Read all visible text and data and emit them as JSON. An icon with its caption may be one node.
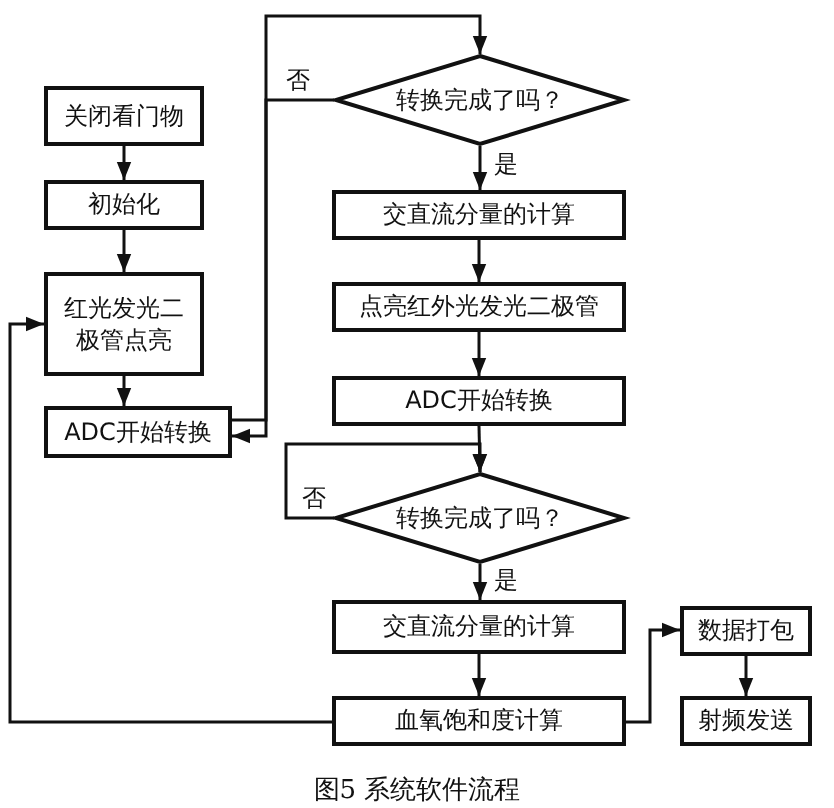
{
  "diagram": {
    "caption": "图5 系统软件流程",
    "nodes": [
      {
        "text": [
          "关闭看门物"
        ]
      },
      {
        "text": [
          "初始化"
        ]
      },
      {
        "text": [
          "红光发光二极管点亮"
        ]
      },
      {
        "text": [
          "ADC开始转换"
        ]
      },
      {
        "text": [
          "转换完成了吗？"
        ]
      },
      {
        "text": [
          "交直流分量的计算"
        ]
      },
      {
        "text": [
          "点亮红外光发光二极管"
        ]
      },
      {
        "text": [
          "ADC开始转换"
        ]
      },
      {
        "text": [
          "转换完成了吗？"
        ]
      },
      {
        "text": [
          "交直流分量的计算"
        ]
      },
      {
        "text": [
          "血氧饱和度计算"
        ]
      },
      {
        "text": [
          "数据打包"
        ]
      },
      {
        "text": [
          "射频发送"
        ]
      }
    ],
    "edges": [
      {
        "from": 0,
        "to": 1,
        "arrow": "to"
      },
      {
        "from": 1,
        "to": 2,
        "arrow": "to"
      },
      {
        "from": 2,
        "to": 3,
        "arrow": "to"
      },
      {
        "from": 4,
        "to": 3,
        "arrow": "to",
        "label": "否"
      },
      {
        "from": 3,
        "to": 4,
        "arrow": "to"
      },
      {
        "from": 4,
        "to": 5,
        "arrow": "to",
        "label": "是"
      },
      {
        "from": 5,
        "to": 6,
        "arrow": "to"
      },
      {
        "from": 6,
        "to": 7,
        "arrow": "to"
      },
      {
        "from": 7,
        "to": 8,
        "arrow": "to"
      },
      {
        "from": 8,
        "to": 8,
        "arrow": "to",
        "label": "否"
      },
      {
        "from": 8,
        "to": 9,
        "arrow": "to",
        "label": "是"
      },
      {
        "from": 9,
        "to": 10,
        "arrow": "to"
      },
      {
        "from": 10,
        "to": 11,
        "arrow": "to"
      },
      {
        "from": 11,
        "to": 12,
        "arrow": "to"
      },
      {
        "from": 10,
        "to": 2,
        "arrow": "to"
      }
    ]
  }
}
